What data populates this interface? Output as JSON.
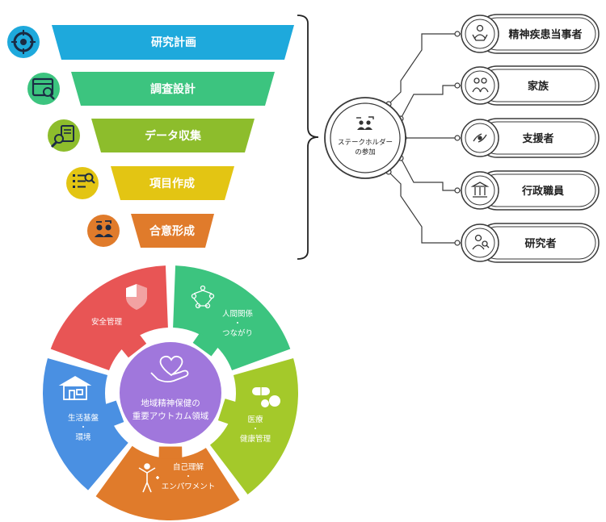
{
  "funnel": {
    "steps": [
      {
        "label": "研究計画",
        "color": "#1ea9dc",
        "icon": "target-icon"
      },
      {
        "label": "調査設計",
        "color": "#3cc47f",
        "icon": "browser-search-icon"
      },
      {
        "label": "データ収集",
        "color": "#8dbd2c",
        "icon": "document-search-icon"
      },
      {
        "label": "項目作成",
        "color": "#e3c513",
        "icon": "list-search-icon"
      },
      {
        "label": "合意形成",
        "color": "#e07b2b",
        "icon": "people-exchange-icon"
      }
    ]
  },
  "stakeholders": {
    "hub_label_line1": "ステークホルダー",
    "hub_label_line2": "の参加",
    "hub_icon": "people-exchange-icon",
    "items": [
      {
        "label": "精神疾患当事者",
        "icon": "person-care-icon"
      },
      {
        "label": "家族",
        "icon": "family-icon"
      },
      {
        "label": "支援者",
        "icon": "supporting-hands-icon"
      },
      {
        "label": "行政職員",
        "icon": "government-building-icon"
      },
      {
        "label": "研究者",
        "icon": "researcher-icon"
      }
    ]
  },
  "outcome_wheel": {
    "center_line1": "地域精神保健の",
    "center_line2": "重要アウトカム領域",
    "center_color": "#a077dc",
    "center_icon": "heart-in-hand-icon",
    "segments": [
      {
        "line1": "人間関係",
        "line2": "・",
        "line3": "つながり",
        "color": "#3cc47f",
        "icon": "network-people-icon"
      },
      {
        "line1": "医療",
        "line2": "・",
        "line3": "健康管理",
        "color": "#a4c92a",
        "icon": "pills-icon"
      },
      {
        "line1": "自己理解",
        "line2": "・",
        "line3": "エンパワメント",
        "color": "#e07b2b",
        "icon": "empowerment-icon"
      },
      {
        "line1": "生活基盤",
        "line2": "・",
        "line3": "環境",
        "color": "#4a90e2",
        "icon": "house-icon"
      },
      {
        "line1": "安全管理",
        "line2": "",
        "line3": "",
        "color": "#e85555",
        "icon": "shield-icon"
      }
    ]
  }
}
